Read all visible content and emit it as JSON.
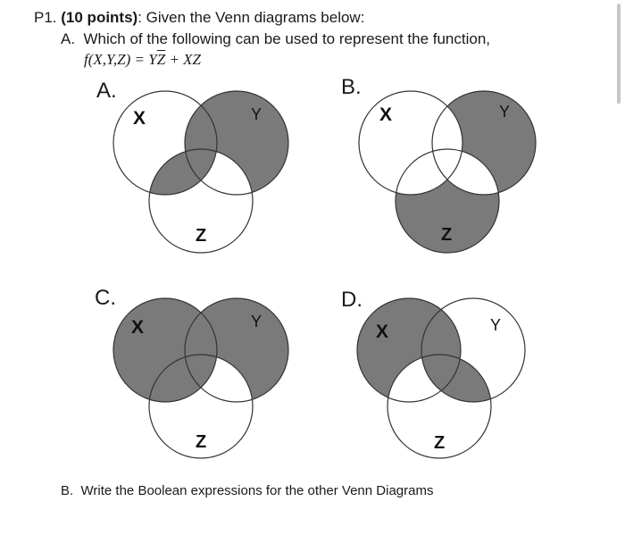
{
  "problem": {
    "label": "P1.",
    "points": "(10 points)",
    "intro": ": Given the Venn diagrams below:",
    "part_a_label": "A.",
    "part_a_text": "Which of the following can be used to represent the function,",
    "function_prefix": "f(X,Y,Z) = Y",
    "function_bar": "Z",
    "function_suffix": " + XZ",
    "part_b_label": "B.",
    "part_b_text": "Write the Boolean expressions for the other Venn Diagrams"
  },
  "diagrams": {
    "a": {
      "label": "A.",
      "x": "X",
      "y": "Y",
      "z": "Z"
    },
    "b": {
      "label": "B.",
      "x": "X",
      "y": "Y",
      "z": "Z"
    },
    "c": {
      "label": "C.",
      "x": "X",
      "y": "Y",
      "z": "Z"
    },
    "d": {
      "label": "D.",
      "x": "X",
      "y": "Y",
      "z": "Z"
    }
  },
  "colors": {
    "shade": "#7a7a7a",
    "stroke": "#333333"
  }
}
